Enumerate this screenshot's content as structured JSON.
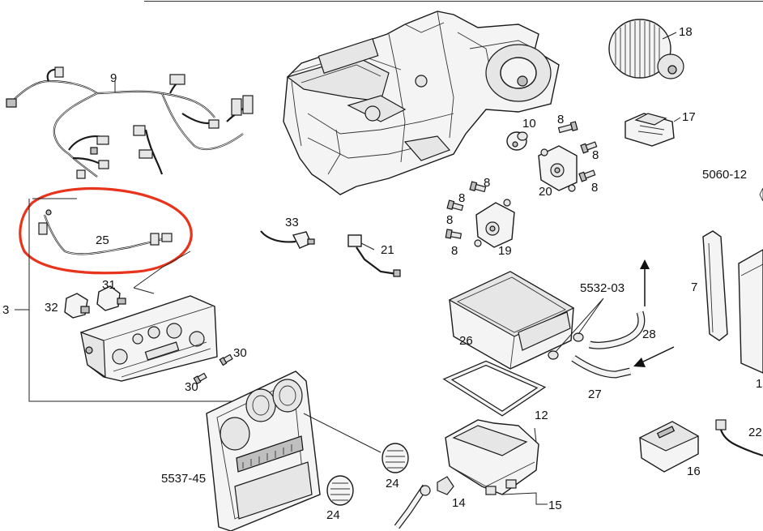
{
  "diagram": {
    "callouts": {
      "c9": "9",
      "c18": "18",
      "c17": "17",
      "c10": "10",
      "c8a": "8",
      "c8b": "8",
      "c8c": "8",
      "c8d": "8",
      "c8e": "8",
      "c8f": "8",
      "c8g": "8",
      "c20": "20",
      "c19": "19",
      "c25": "25",
      "c33": "33",
      "c21": "21",
      "c31": "31",
      "c32": "32",
      "c23": "3",
      "c30a": "30",
      "c30b": "30",
      "c7": "7",
      "c5532": "5532-03",
      "c28": "28",
      "c26": "26",
      "c27": "27",
      "c12": "12",
      "c5537": "5537-45",
      "c24a": "24",
      "c24b": "24",
      "c14": "14",
      "c15": "15",
      "c16": "16",
      "c22": "22",
      "c1": "1",
      "c5060": "5060-12"
    },
    "highlight_color": "#e8341c",
    "line_color": "#1a1a1a"
  }
}
